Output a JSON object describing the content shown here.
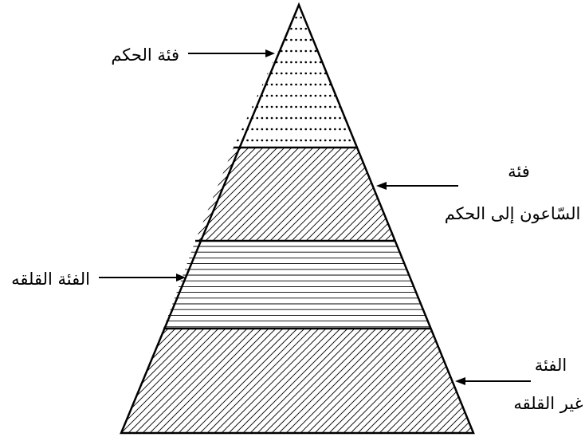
{
  "diagram": {
    "colors": {
      "ink": "#000000",
      "background": "#ffffff"
    },
    "tiers": [
      {
        "id": "ruling",
        "pattern": "dotted-rows"
      },
      {
        "id": "aspiring",
        "pattern": "diagonal-hatch"
      },
      {
        "id": "anxious",
        "pattern": "horizontal-lines"
      },
      {
        "id": "non-anxious",
        "pattern": "diagonal-hatch"
      }
    ],
    "labels": {
      "ruling": "فئة الحكم",
      "aspiring_1": "فئة",
      "aspiring_2": "السّاعون إلى الحكم",
      "anxious": "الفئة القلقه",
      "non_anxious_1": "الفئة",
      "non_anxious_2": "غير القلقه"
    }
  }
}
